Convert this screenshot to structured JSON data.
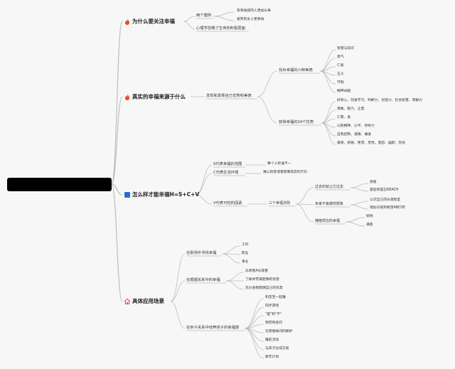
{
  "root": {
    "label": ""
  },
  "colors": {
    "line": "#bdbdbd",
    "fire": "#e8472e",
    "home": "#e8472e",
    "flag": "#2b6fc9"
  },
  "branches": [
    {
      "label": "为什么要关注幸福",
      "icon": "fire-icon",
      "children": [
        {
          "label": "两个案例",
          "children": [
            "有幸福感的人更加长寿",
            "爱笑的女人更幸福"
          ]
        },
        {
          "label": "心理学忽略了生命的积极层面"
        }
      ]
    },
    {
      "label": "真实的幸福来源于什么",
      "icon": "fire-icon",
      "children": [
        {
          "label": "发现和发挥自己优势和美德",
          "children": [
            {
              "label": "找出幸福的六种美德",
              "children": [
                "智慧与知识",
                "勇气",
                "仁爱",
                "正义",
                "节制",
                "精神卓越"
              ]
            },
            {
              "label": "获得幸福的24个优势",
              "children": [
                "好奇心、热爱学习、判断力、创造力、社会智慧、洞察力",
                "勇敢、毅力、正直",
                "仁慈、爱",
                "公民精神、公平、领导力",
                "自我控制、谨慎、谦虚",
                "美感、感恩、希望、灵性、宽恕、幽默、热忱"
              ]
            }
          ]
        }
      ]
    },
    {
      "label": "怎么样才能幸福H=S+C+V",
      "icon": "flag-icon",
      "children": [
        {
          "label": "S代表幸福的范围",
          "children": [
            "每个人标准不一"
          ]
        },
        {
          "label": "C代表生活环境",
          "children": [
            "难以改变或者需要高昂的代价"
          ]
        },
        {
          "label": "V代表可控的因素",
          "children": [
            {
              "label": "三个幸福法则",
              "children": [
                {
                  "label": "过去的就让它过去",
                  "children": [
                    "感恩",
                    "宽恕和遗忘REACH"
                  ]
                },
                {
                  "label": "未来不妄做你想象",
                  "children": [
                    "认识自己的乐观程度",
                    "增加乐观和希望ABCDE"
                  ]
                },
                {
                  "label": "拥抱现在的幸福",
                  "children": [
                    "愉悦",
                    "满意"
                  ]
                }
              ]
            }
          ]
        }
      ]
    },
    {
      "label": "具体应用场景",
      "icon": "home-icon",
      "children": [
        {
          "label": "在职场中寻找幸福",
          "children": [
            "工作",
            "职业",
            "事业"
          ]
        },
        {
          "label": "在婚姻关系中的幸福",
          "children": [
            "乐观者A乐观者",
            "了解并赞美配偶的优势",
            "充分发挥配偶自己的优势"
          ]
        },
        {
          "label": "在亲子关系中培养孩子的幸福感",
          "children": [
            "和宝宝一起睡",
            "同步游戏",
            "\"是\"和\"不\"",
            "称赞和惩罚",
            "兄弟姐妹间的嫉妒",
            "睡前活动",
            "与孩子达成交易",
            "新年计划"
          ]
        }
      ]
    }
  ]
}
